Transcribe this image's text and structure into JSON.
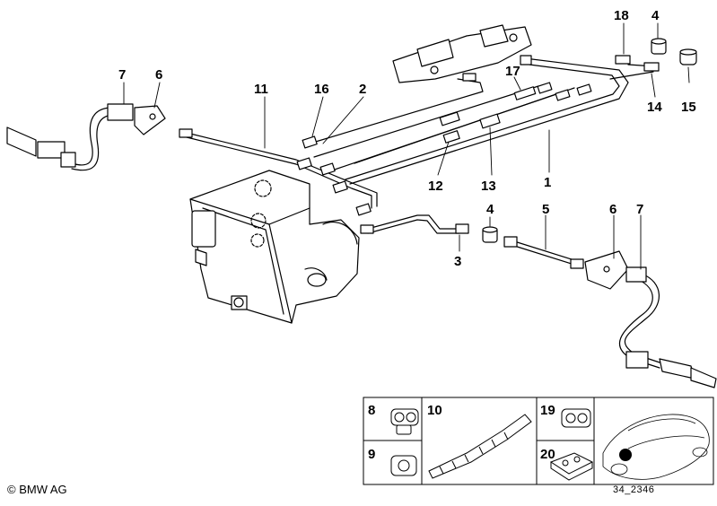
{
  "callouts": [
    "18",
    "4",
    "7",
    "6",
    "17",
    "15",
    "14",
    "11",
    "16",
    "2",
    "12",
    "13",
    "1",
    "4",
    "5",
    "6",
    "7",
    "3"
  ],
  "inset": {
    "cells": [
      "8",
      "10",
      "19",
      "9",
      "20"
    ]
  },
  "footer": {
    "copyright": "BMW AG",
    "drawing_id": "34_2346"
  },
  "icons": {
    "copyright_symbol": "copyright-icon"
  },
  "colors": {
    "line": "#000000",
    "background": "#ffffff"
  }
}
